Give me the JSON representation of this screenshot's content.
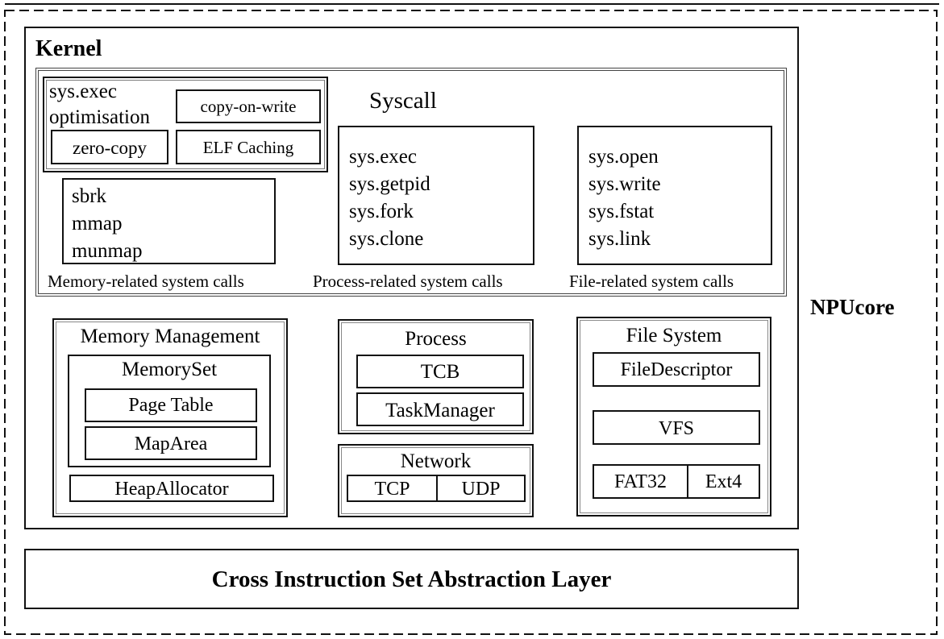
{
  "outer": {
    "label": "NPUcore"
  },
  "kernel": {
    "title": "Kernel",
    "syscall": {
      "title": "Syscall",
      "exec_opt": {
        "title_line1": "sys.exec",
        "title_line2": "optimisation",
        "items": [
          "copy-on-write",
          "zero-copy",
          "ELF Caching"
        ]
      },
      "memory_calls": {
        "items": [
          "sbrk",
          "mmap",
          "munmap"
        ],
        "caption": "Memory-related system calls"
      },
      "process_calls": {
        "items": [
          "sys.exec",
          "sys.getpid",
          "sys.fork",
          "sys.clone"
        ],
        "caption": "Process-related system calls"
      },
      "file_calls": {
        "items": [
          "sys.open",
          "sys.write",
          "sys.fstat",
          "sys.link"
        ],
        "caption": "File-related system calls"
      }
    },
    "memory_management": {
      "title": "Memory Management",
      "memoryset": {
        "title": "MemorySet",
        "items": [
          "Page Table",
          "MapArea"
        ]
      },
      "heap": "HeapAllocator"
    },
    "process": {
      "title": "Process",
      "items": [
        "TCB",
        "TaskManager"
      ]
    },
    "network": {
      "title": "Network",
      "items": [
        "TCP",
        "UDP"
      ]
    },
    "file_system": {
      "title": "File System",
      "fd": "FileDescriptor",
      "vfs": "VFS",
      "fs_types": [
        "FAT32",
        "Ext4"
      ]
    }
  },
  "abstraction_layer": {
    "title": "Cross Instruction Set Abstraction Layer"
  }
}
